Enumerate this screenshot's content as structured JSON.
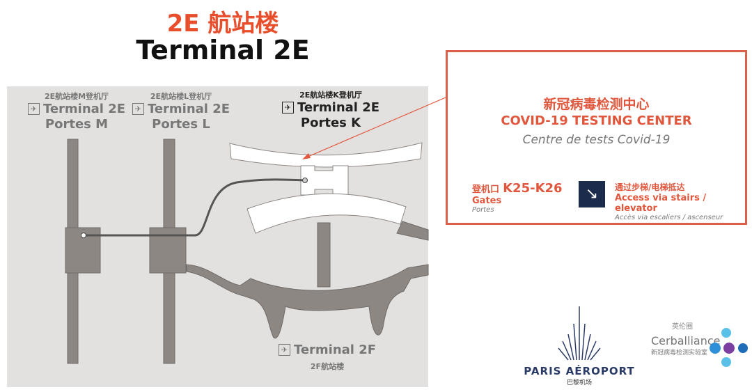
{
  "header": {
    "title_cn": "2E 航站楼",
    "title_en": "Terminal 2E"
  },
  "map": {
    "labels": [
      {
        "cn": "2E航站楼M登机厅",
        "en1": "Terminal 2E",
        "en2": "Portes M"
      },
      {
        "cn": "2E航站楼L登机厅",
        "en1": "Terminal 2E",
        "en2": "Portes L"
      },
      {
        "cn": "2E航站楼K登机厅",
        "en1": "Terminal 2E",
        "en2": "Portes K"
      },
      {
        "en1": "Terminal 2F",
        "cn": "2F航站楼"
      }
    ],
    "icon": "airplane-icon",
    "colors": {
      "background": "#e3e1df",
      "building": "#8d8784",
      "highlight": "#ffffff",
      "route": "#555555"
    }
  },
  "panel": {
    "title_cn": "新冠病毒检测中心",
    "title_en": "COVID-19 TESTING CENTER",
    "title_fr": "Centre de tests Covid-19",
    "gates_cn": "登机口",
    "gates_value": "K25-K26",
    "gates_en": "Gates",
    "gates_fr": "Portes",
    "access_cn": "通过步梯/电梯抵达",
    "access_en": "Access via stairs / elevator",
    "access_fr": "Accès via escaliers / ascenseur",
    "access_icon": "escalator-icon",
    "accent": "#e0573d"
  },
  "logos": {
    "paris_aeroport": "PARIS AÉROPORT",
    "paris_aeroport_cn": "巴黎机场",
    "cerballiance": "Cerballiance",
    "cerballiance_cn": "新冠病毒检测实验室",
    "watermark": "英伦圈"
  }
}
